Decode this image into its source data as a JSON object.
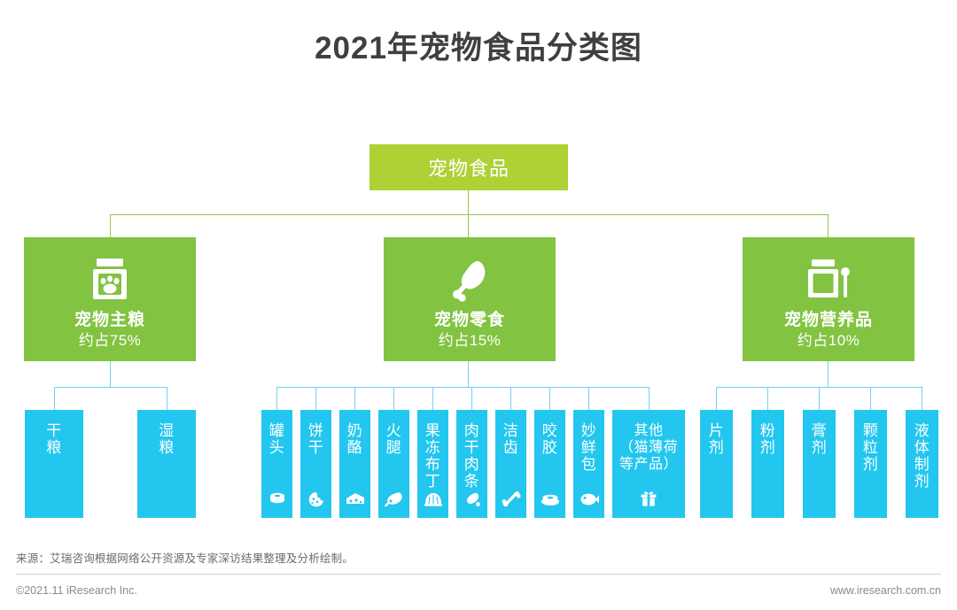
{
  "title": "2021年宠物食品分类图",
  "colors": {
    "root_green": "#aed136",
    "main_green": "#82c341",
    "leaf_blue": "#23c6ef",
    "green_connector": "#93c83f",
    "blue_connector": "#6ed2f2",
    "title_text": "#3f3f3f",
    "footer_text": "#6b6b6b"
  },
  "root": {
    "label": "宠物食品"
  },
  "branches": [
    {
      "label": "宠物主粮",
      "share": "约占75%",
      "icon": "pet-food-bag-icon",
      "children": [
        {
          "label": "干粮",
          "icon": ""
        },
        {
          "label": "湿粮",
          "icon": ""
        }
      ]
    },
    {
      "label": "宠物零食",
      "share": "约占15%",
      "icon": "chicken-drumstick-icon",
      "children": [
        {
          "label": "罐头",
          "icon": "can-icon"
        },
        {
          "label": "饼干",
          "icon": "cookie-icon"
        },
        {
          "label": "奶酪",
          "icon": "cheese-icon"
        },
        {
          "label": "火腿",
          "icon": "ham-icon"
        },
        {
          "label": "果冻布丁",
          "icon": "pudding-icon"
        },
        {
          "label": "肉干肉条",
          "icon": "jerky-icon"
        },
        {
          "label": "洁齿",
          "icon": "bone-icon"
        },
        {
          "label": "咬胶",
          "icon": "chew-steak-icon"
        },
        {
          "label": "妙鲜包",
          "icon": "fish-icon"
        },
        {
          "label": "其他\n（猫薄荷\n等产品）",
          "icon": "gift-icon"
        }
      ]
    },
    {
      "label": "宠物营养品",
      "share": "约占10%",
      "icon": "supplement-jar-icon",
      "children": [
        {
          "label": "片剂",
          "icon": ""
        },
        {
          "label": "粉剂",
          "icon": ""
        },
        {
          "label": "膏剂",
          "icon": ""
        },
        {
          "label": "颗粒剂",
          "icon": ""
        },
        {
          "label": "液体制剂",
          "icon": ""
        }
      ]
    }
  ],
  "footer": {
    "source": "来源：艾瑞咨询根据网络公开资源及专家深访结果整理及分析绘制。",
    "copyright": "©2021.11 iResearch Inc.",
    "website": "www.iresearch.com.cn"
  }
}
